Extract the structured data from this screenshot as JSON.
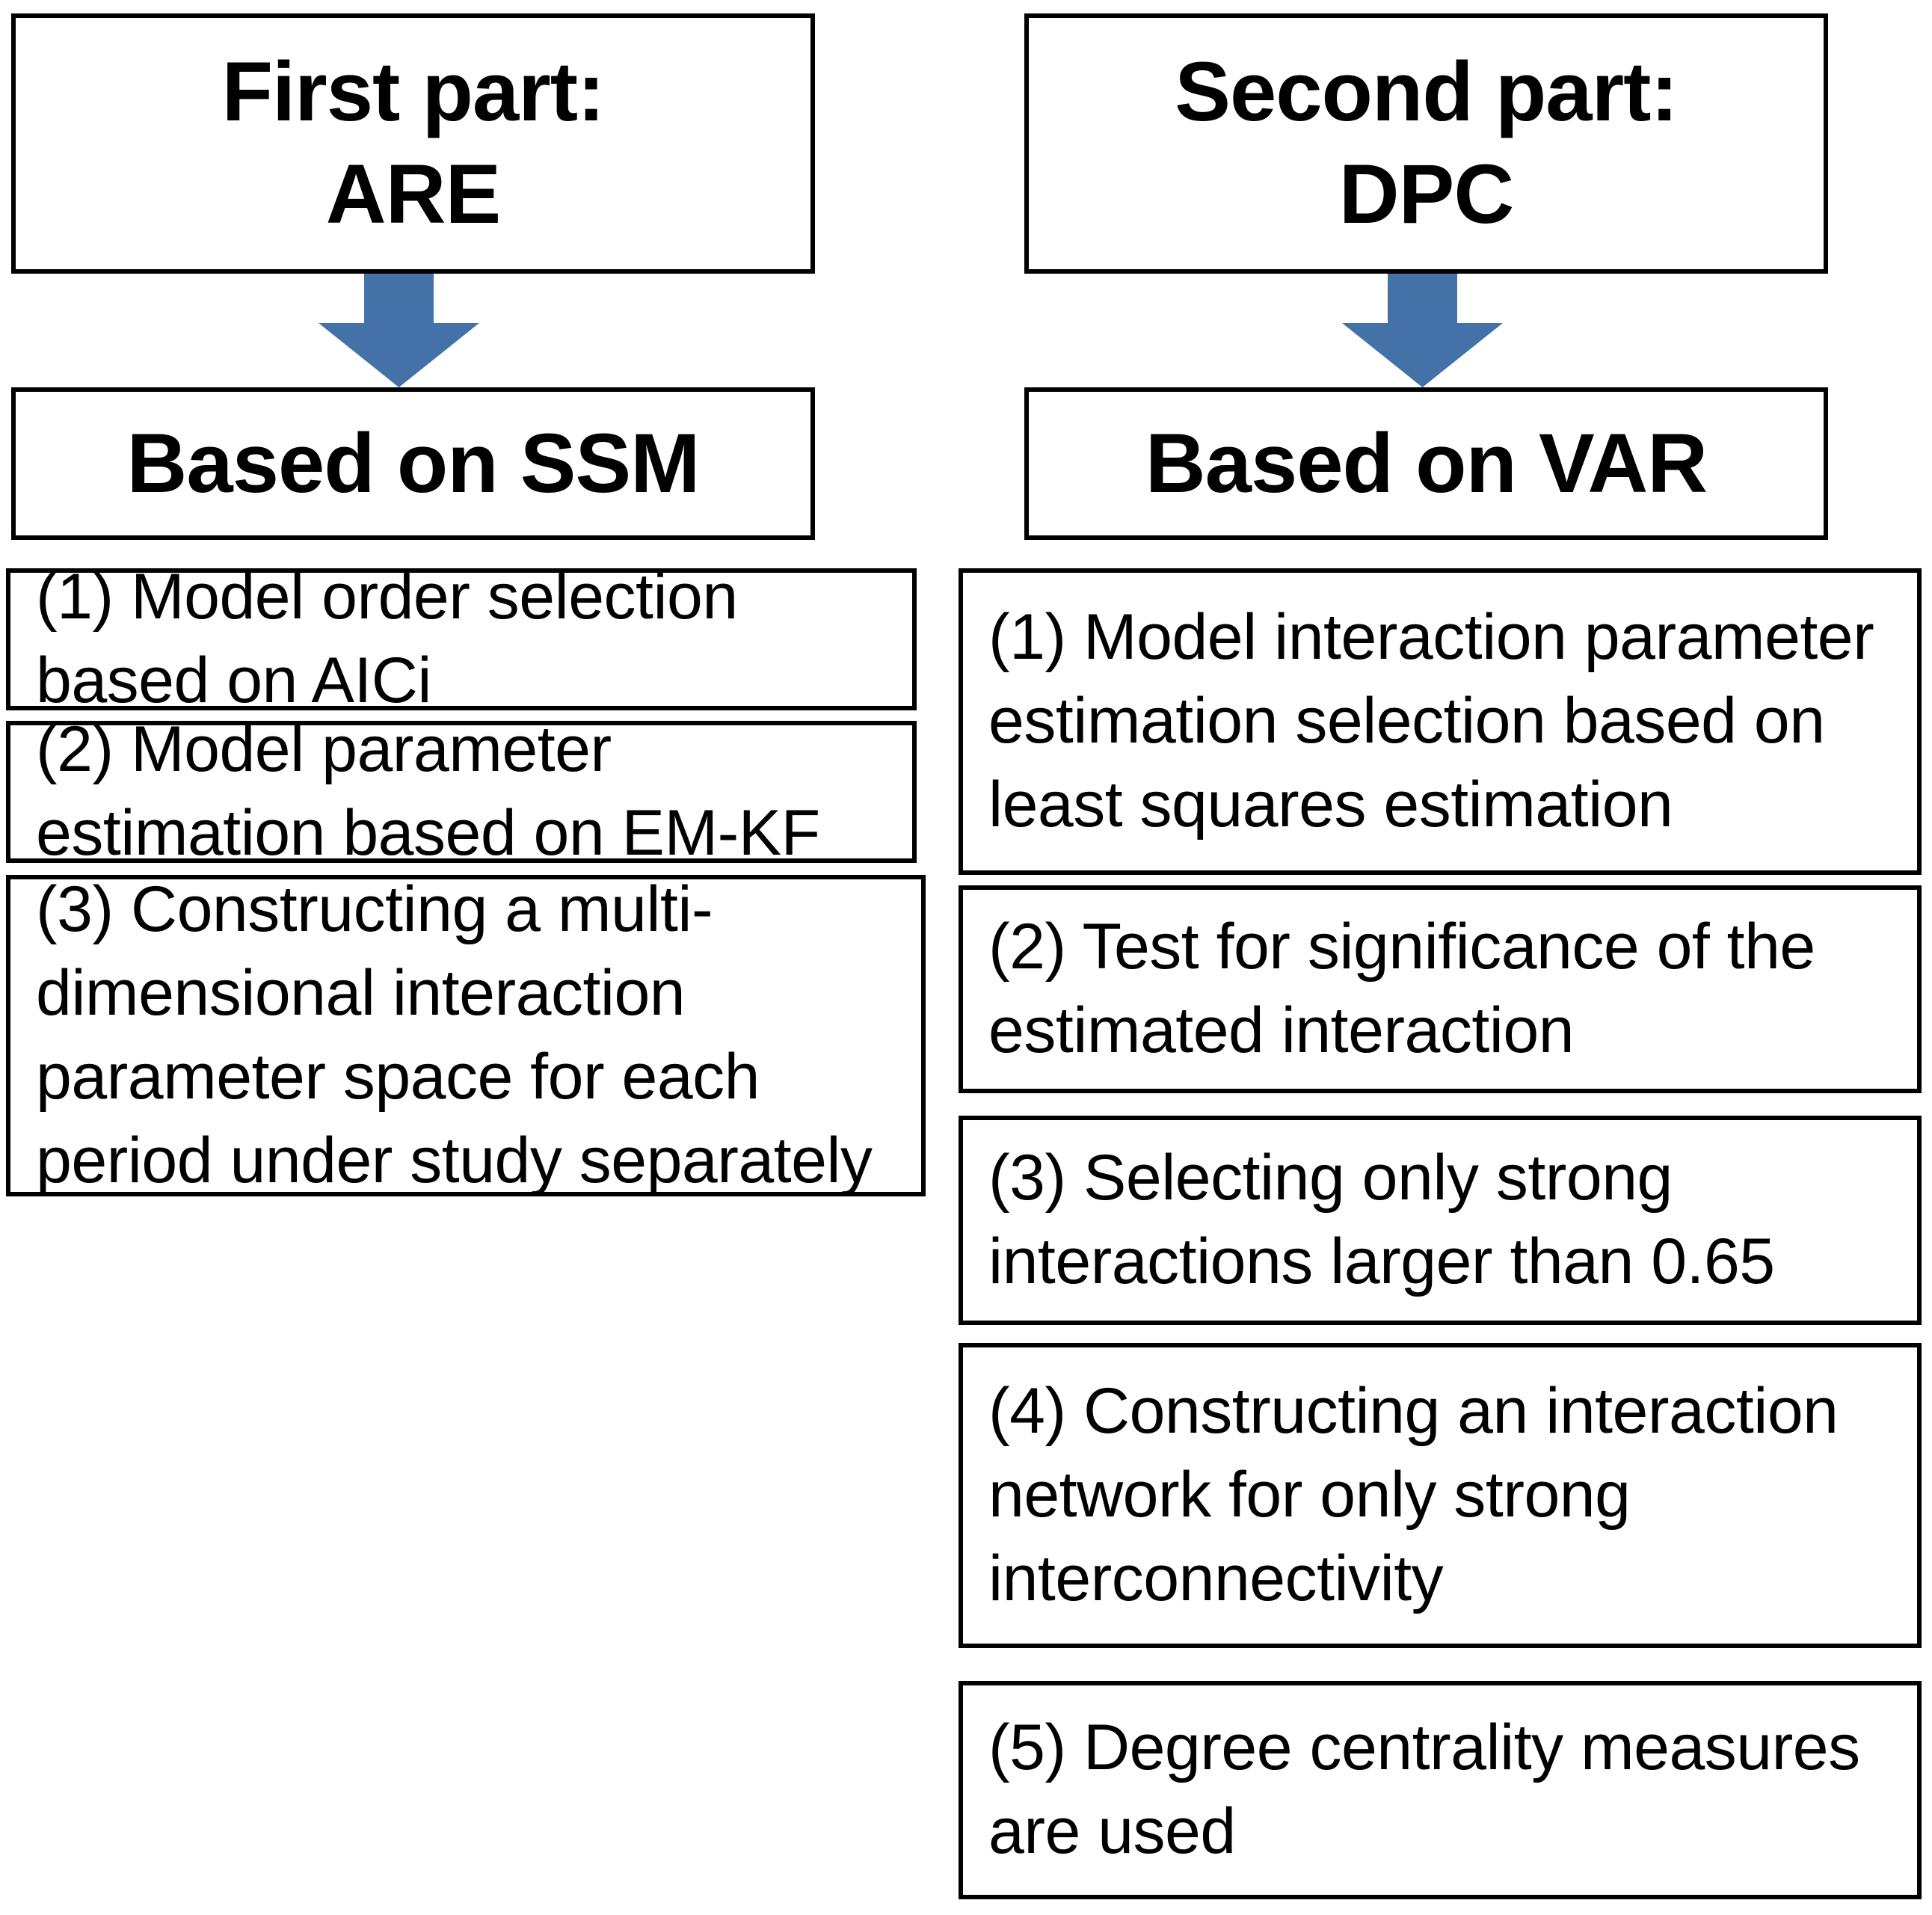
{
  "diagram": {
    "title": "Two-part methodology flow diagram",
    "accent_color": "#4472A8",
    "line_color": "#000000",
    "background_color": "#FFFFFF",
    "columns": [
      {
        "id": "left",
        "header": {
          "line1": "First part:",
          "line2": "ARE"
        },
        "arrow": {
          "direction": "down",
          "name": "down-arrow-left",
          "color": "#4472A8"
        },
        "stage": {
          "label": "Based on SSM"
        },
        "steps": [
          {
            "index": "(1)",
            "text": "(1) Model order selection based on AICi"
          },
          {
            "index": "(2)",
            "text": "(2) Model parameter estimation based on EM-KF"
          },
          {
            "index": "(3)",
            "text": "(3) Constructing a multi-dimensional interaction parameter space for each period under study separately"
          }
        ]
      },
      {
        "id": "right",
        "header": {
          "line1": "Second part:",
          "line2": "DPC"
        },
        "arrow": {
          "direction": "down",
          "name": "down-arrow-right",
          "color": "#4472A8"
        },
        "stage": {
          "label": "Based on VAR"
        },
        "steps": [
          {
            "index": "(1)",
            "text": "(1) Model interaction parameter estimation selection based on least squares estimation"
          },
          {
            "index": "(2)",
            "text": "(2) Test for significance of the estimated interaction"
          },
          {
            "index": "(3)",
            "text": "(3) Selecting only strong interactions larger than 0.65"
          },
          {
            "index": "(4)",
            "text": "(4) Constructing an interaction network for only strong interconnectivity"
          },
          {
            "index": "(5)",
            "text": "(5) Degree centrality measures are used"
          }
        ]
      }
    ]
  }
}
